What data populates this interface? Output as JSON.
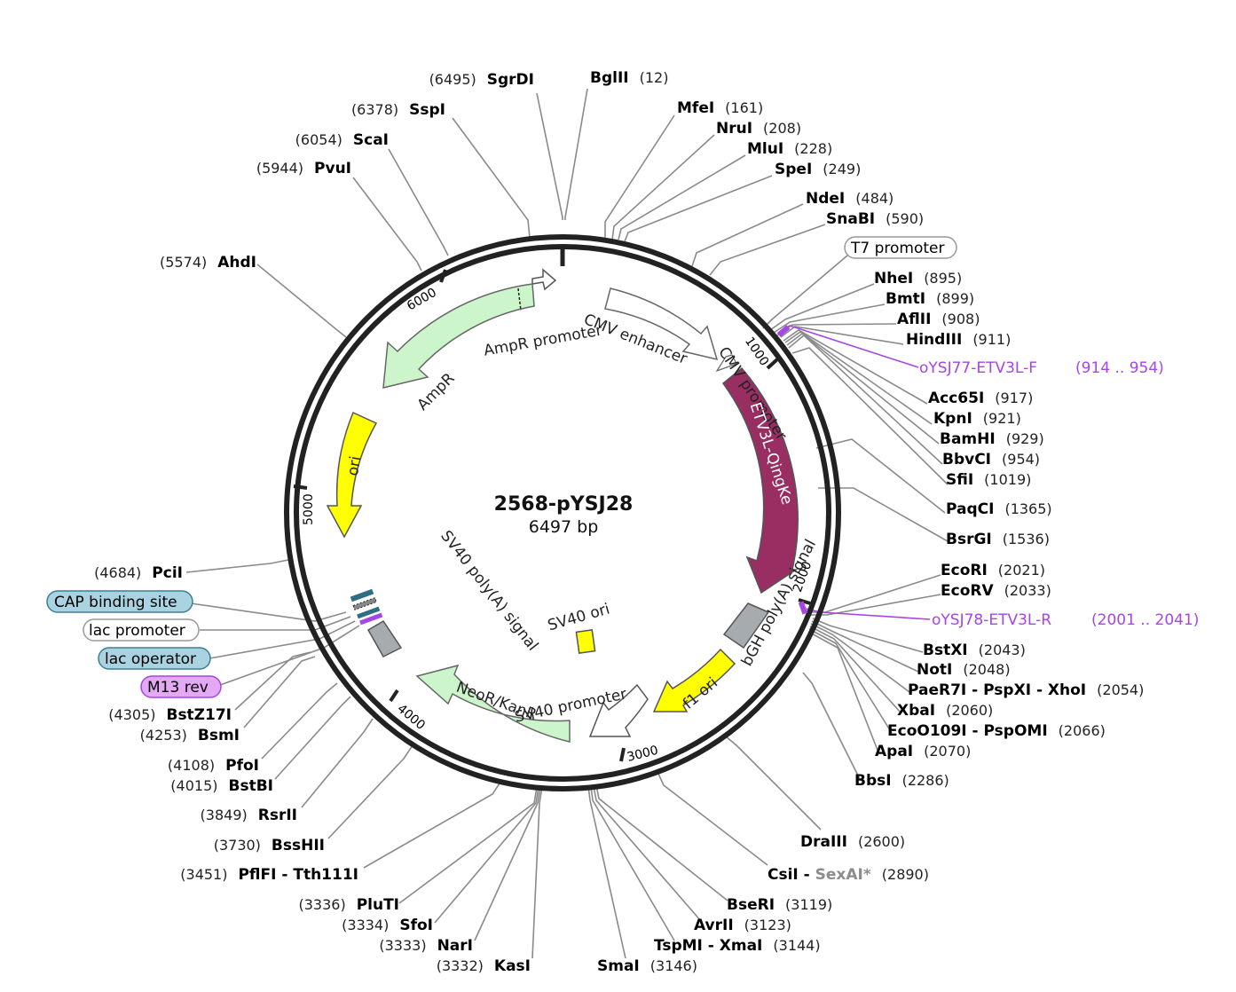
{
  "plasmid": {
    "name": "2568-pYSJ28",
    "length_label": "6497 bp"
  },
  "ticks": [
    "1000",
    "2000",
    "3000",
    "4000",
    "5000",
    "6000"
  ],
  "features": {
    "ampr_promoter": "AmpR promoter",
    "cmv_enhancer": "CMV enhancer",
    "cmv_promoter": "CMV promoter",
    "ampr": "AmpR",
    "ori": "ori",
    "etv3l": "ETV3L-QingKe",
    "bgh": "bGH poly(A) signal",
    "f1ori": "f1 ori",
    "sv40_promoter": "SV40 promoter",
    "neor": "NeoR/KanR",
    "sv40_polya": "SV40 poly(A) signal",
    "sv40_ori": "SV40 ori"
  },
  "boxed_features": {
    "t7": "T7 promoter",
    "cap": "CAP binding site",
    "lac_promoter": "lac promoter",
    "lac_operator": "lac operator",
    "m13": "M13 rev"
  },
  "primers": {
    "f_name": "oYSJ77-ETV3L-F",
    "f_range": "(914 .. 954)",
    "r_name": "oYSJ78-ETV3L-R",
    "r_range": "(2001 .. 2041)"
  },
  "sites": {
    "sgrdi": {
      "name": "SgrDI",
      "pos": "(6495)"
    },
    "bglii": {
      "name": "BglII",
      "pos": "(12)"
    },
    "mfei": {
      "name": "MfeI",
      "pos": "(161)"
    },
    "nrui": {
      "name": "NruI",
      "pos": "(208)"
    },
    "mlui": {
      "name": "MluI",
      "pos": "(228)"
    },
    "spei": {
      "name": "SpeI",
      "pos": "(249)"
    },
    "ndei": {
      "name": "NdeI",
      "pos": "(484)"
    },
    "snabi": {
      "name": "SnaBI",
      "pos": "(590)"
    },
    "nhei": {
      "name": "NheI",
      "pos": "(895)"
    },
    "bmti": {
      "name": "BmtI",
      "pos": "(899)"
    },
    "aflii": {
      "name": "AflII",
      "pos": "(908)"
    },
    "hindiii": {
      "name": "HindIII",
      "pos": "(911)"
    },
    "acc65i": {
      "name": "Acc65I",
      "pos": "(917)"
    },
    "kpni": {
      "name": "KpnI",
      "pos": "(921)"
    },
    "bamhi": {
      "name": "BamHI",
      "pos": "(929)"
    },
    "bbvci": {
      "name": "BbvCI",
      "pos": "(954)"
    },
    "sfii": {
      "name": "SfiI",
      "pos": "(1019)"
    },
    "paqci": {
      "name": "PaqCI",
      "pos": "(1365)"
    },
    "bsrgi": {
      "name": "BsrGI",
      "pos": "(1536)"
    },
    "ecori": {
      "name": "EcoRI",
      "pos": "(2021)"
    },
    "ecorv": {
      "name": "EcoRV",
      "pos": "(2033)"
    },
    "bstxi": {
      "name": "BstXI",
      "pos": "(2043)"
    },
    "noti": {
      "name": "NotI",
      "pos": "(2048)"
    },
    "paer7i": {
      "name": "PaeR7I - PspXI - XhoI",
      "pos": "(2054)"
    },
    "xbai": {
      "name": "XbaI",
      "pos": "(2060)"
    },
    "ecoo109i": {
      "name": "EcoO109I - PspOMI",
      "pos": "(2066)"
    },
    "apai": {
      "name": "ApaI",
      "pos": "(2070)"
    },
    "bbsi": {
      "name": "BbsI",
      "pos": "(2286)"
    },
    "draiii": {
      "name": "DraIII",
      "pos": "(2600)"
    },
    "csii": {
      "name": "CsiI - ",
      "extra": "SexAI*",
      "pos": "(2890)"
    },
    "bseri": {
      "name": "BseRI",
      "pos": "(3119)"
    },
    "avrii": {
      "name": "AvrII",
      "pos": "(3123)"
    },
    "tspmi": {
      "name": "TspMI - XmaI",
      "pos": "(3144)"
    },
    "smai": {
      "name": "SmaI",
      "pos": "(3146)"
    },
    "kasi": {
      "name": "KasI",
      "pos": "(3332)"
    },
    "nari": {
      "name": "NarI",
      "pos": "(3333)"
    },
    "sfoi": {
      "name": "SfoI",
      "pos": "(3334)"
    },
    "pluti": {
      "name": "PluTI",
      "pos": "(3336)"
    },
    "pflfi": {
      "name": "PflFI - Tth111I",
      "pos": "(3451)"
    },
    "bsshii": {
      "name": "BssHII",
      "pos": "(3730)"
    },
    "rsrii": {
      "name": "RsrII",
      "pos": "(3849)"
    },
    "bstbi": {
      "name": "BstBI",
      "pos": "(4015)"
    },
    "pfoi": {
      "name": "PfoI",
      "pos": "(4108)"
    },
    "bsmi": {
      "name": "BsmI",
      "pos": "(4253)"
    },
    "bstz17i": {
      "name": "BstZ17I",
      "pos": "(4305)"
    },
    "pcii": {
      "name": "PciI",
      "pos": "(4684)"
    },
    "ahdi": {
      "name": "AhdI",
      "pos": "(5574)"
    },
    "pvui": {
      "name": "PvuI",
      "pos": "(5944)"
    },
    "scai": {
      "name": "ScaI",
      "pos": "(6054)"
    },
    "sspi": {
      "name": "SspI",
      "pos": "(6378)"
    }
  },
  "colors": {
    "backbone": "#222222",
    "ampr_fill": "#ccf5cc",
    "ori_fill": "#ffff00",
    "insert_fill": "#992e63",
    "primer": "#a545e6",
    "polya_fill": "#a6abb0",
    "boxed_blue": "#a9d3e0",
    "boxed_purple": "#e4a9f5"
  }
}
